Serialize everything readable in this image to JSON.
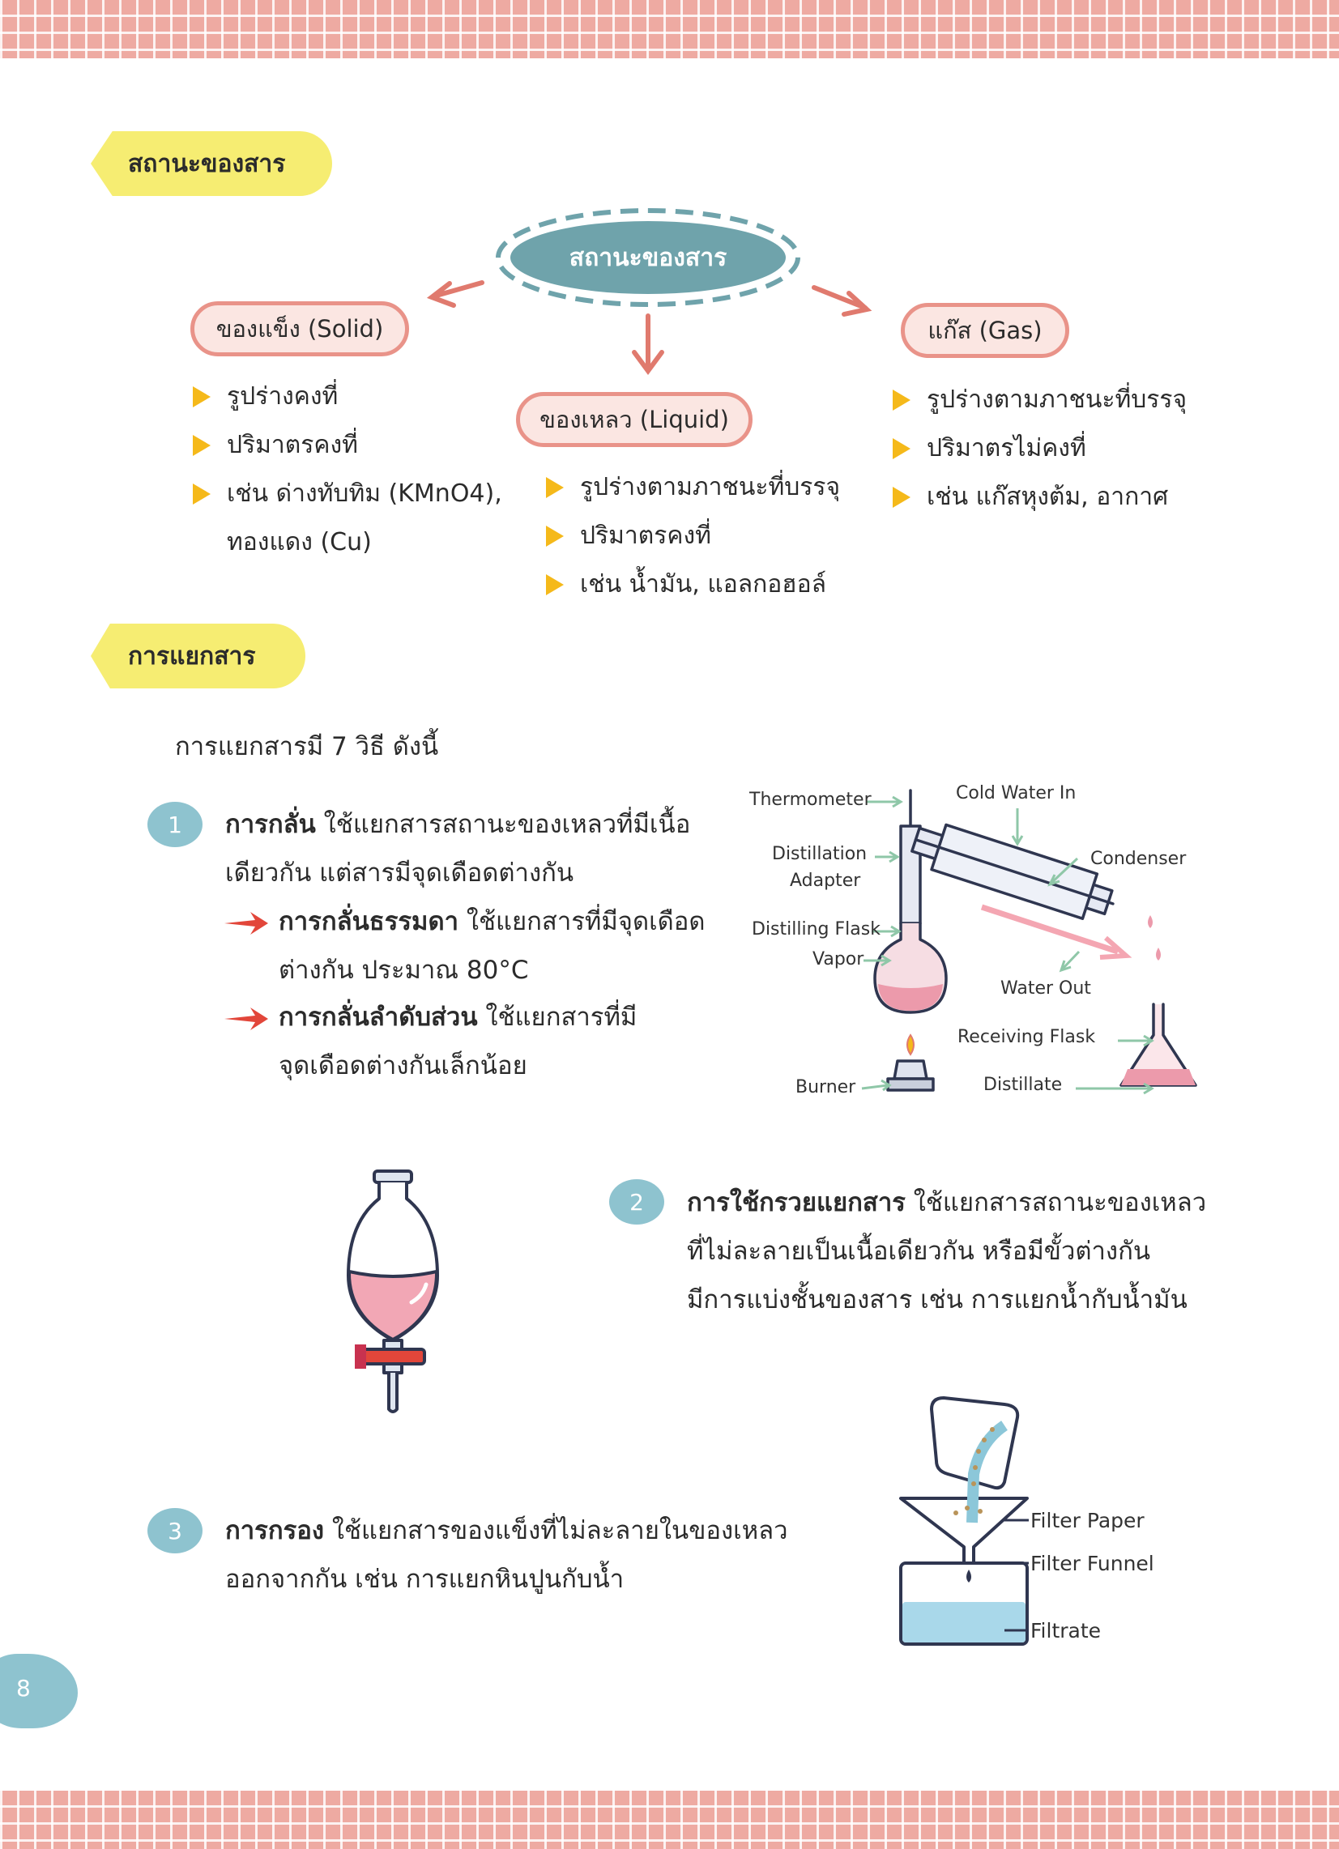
{
  "page_number": "8",
  "states": {
    "heading": "สถานะของสาร",
    "center": "สถานะของสาร",
    "solid": {
      "title": "ของแข็ง (Solid)",
      "items": [
        "รูปร่างคงที่",
        "ปริมาตรคงที่",
        "เช่น ด่างทับทิม (KMnO4),",
        "ทองแดง (Cu)"
      ]
    },
    "liquid": {
      "title": "ของเหลว (Liquid)",
      "items": [
        "รูปร่างตามภาชนะที่บรรจุ",
        "ปริมาตรคงที่",
        "เช่น น้ำมัน, แอลกอฮอล์"
      ]
    },
    "gas": {
      "title": "แก๊ส (Gas)",
      "items": [
        "รูปร่างตามภาชนะที่บรรจุ",
        "ปริมาตรไม่คงที่",
        "เช่น แก๊สหุงต้ม, อากาศ"
      ]
    }
  },
  "separation": {
    "heading": "การแยกสาร",
    "intro": "การแยกสารมี 7 วิธี ดังนี้",
    "methods": [
      {
        "number": "1",
        "title": "การกลั่น",
        "lines": [
          "ใช้แยกสารสถานะของเหลวที่มีเนื้อ",
          "เดียวกัน แต่สารมีจุดเดือดต่างกัน"
        ],
        "sub": [
          {
            "title": "การกลั่นธรรมดา",
            "lines": [
              "ใช้แยกสารที่มีจุดเดือด",
              "ต่างกัน ประมาณ 80°C"
            ]
          },
          {
            "title": "การกลั่นลำดับส่วน",
            "lines": [
              "ใช้แยกสารที่มี",
              "จุดเดือดต่างกันเล็กน้อย"
            ]
          }
        ]
      },
      {
        "number": "2",
        "title": "การใช้กรวยแยกสาร",
        "lines": [
          "ใช้แยกสารสถานะของเหลว",
          "ที่ไม่ละลายเป็นเนื้อเดียวกัน หรือมีขั้วต่างกัน",
          "มีการแบ่งชั้นของสาร เช่น การแยกน้ำกับน้ำมัน"
        ]
      },
      {
        "number": "3",
        "title": "การกรอง",
        "lines": [
          "ใช้แยกสารของแข็งที่ไม่ละลายในของเหลว",
          "ออกจากกัน เช่น การแยกหินปูนกับน้ำ"
        ]
      }
    ]
  },
  "distillation_labels": {
    "thermometer": "Thermometer",
    "cold_water_in": "Cold Water In",
    "distillation": "Distillation",
    "adapter": "Adapter",
    "condenser": "Condenser",
    "distilling_flask": "Distilling Flask",
    "vapor": "Vapor",
    "water_out": "Water Out",
    "receiving_flask": "Receiving Flask",
    "burner": "Burner",
    "distillate": "Distillate"
  },
  "filter_labels": {
    "paper": "Filter Paper",
    "funnel": "Filter Funnel",
    "filtrate": "Filtrate"
  },
  "colors": {
    "band": "#eeaaa2",
    "tag": "#f6ed72",
    "center": "#6fa3ab",
    "pill_border": "#e99389",
    "bullet": "#f5b91a",
    "number": "#8ec3cf",
    "red_arrow": "#e2463a"
  }
}
